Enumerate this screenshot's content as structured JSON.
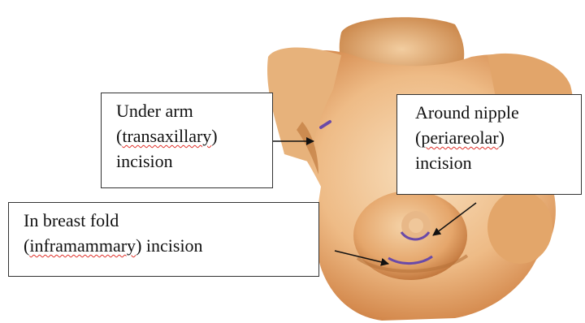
{
  "callouts": {
    "underarm": {
      "line1": "Under arm",
      "line2_open": "(",
      "line2_term": "transaxillary",
      "line2_close": ")",
      "line3": "incision"
    },
    "nipple": {
      "line1": "Around nipple",
      "line2_open": "(",
      "line2_term": "periareolar",
      "line2_close": ")",
      "line3": "incision"
    },
    "fold": {
      "line1": "In breast fold",
      "line2_open": "(",
      "line2_term": "inframammary",
      "line2_close": ")",
      "line2_rest": " incision"
    }
  },
  "colors": {
    "skin_light": "#f7dcb8",
    "skin_mid": "#e3aa72",
    "skin_dark": "#b86d34",
    "incision": "#6a4aa8",
    "arrow": "#111111"
  }
}
